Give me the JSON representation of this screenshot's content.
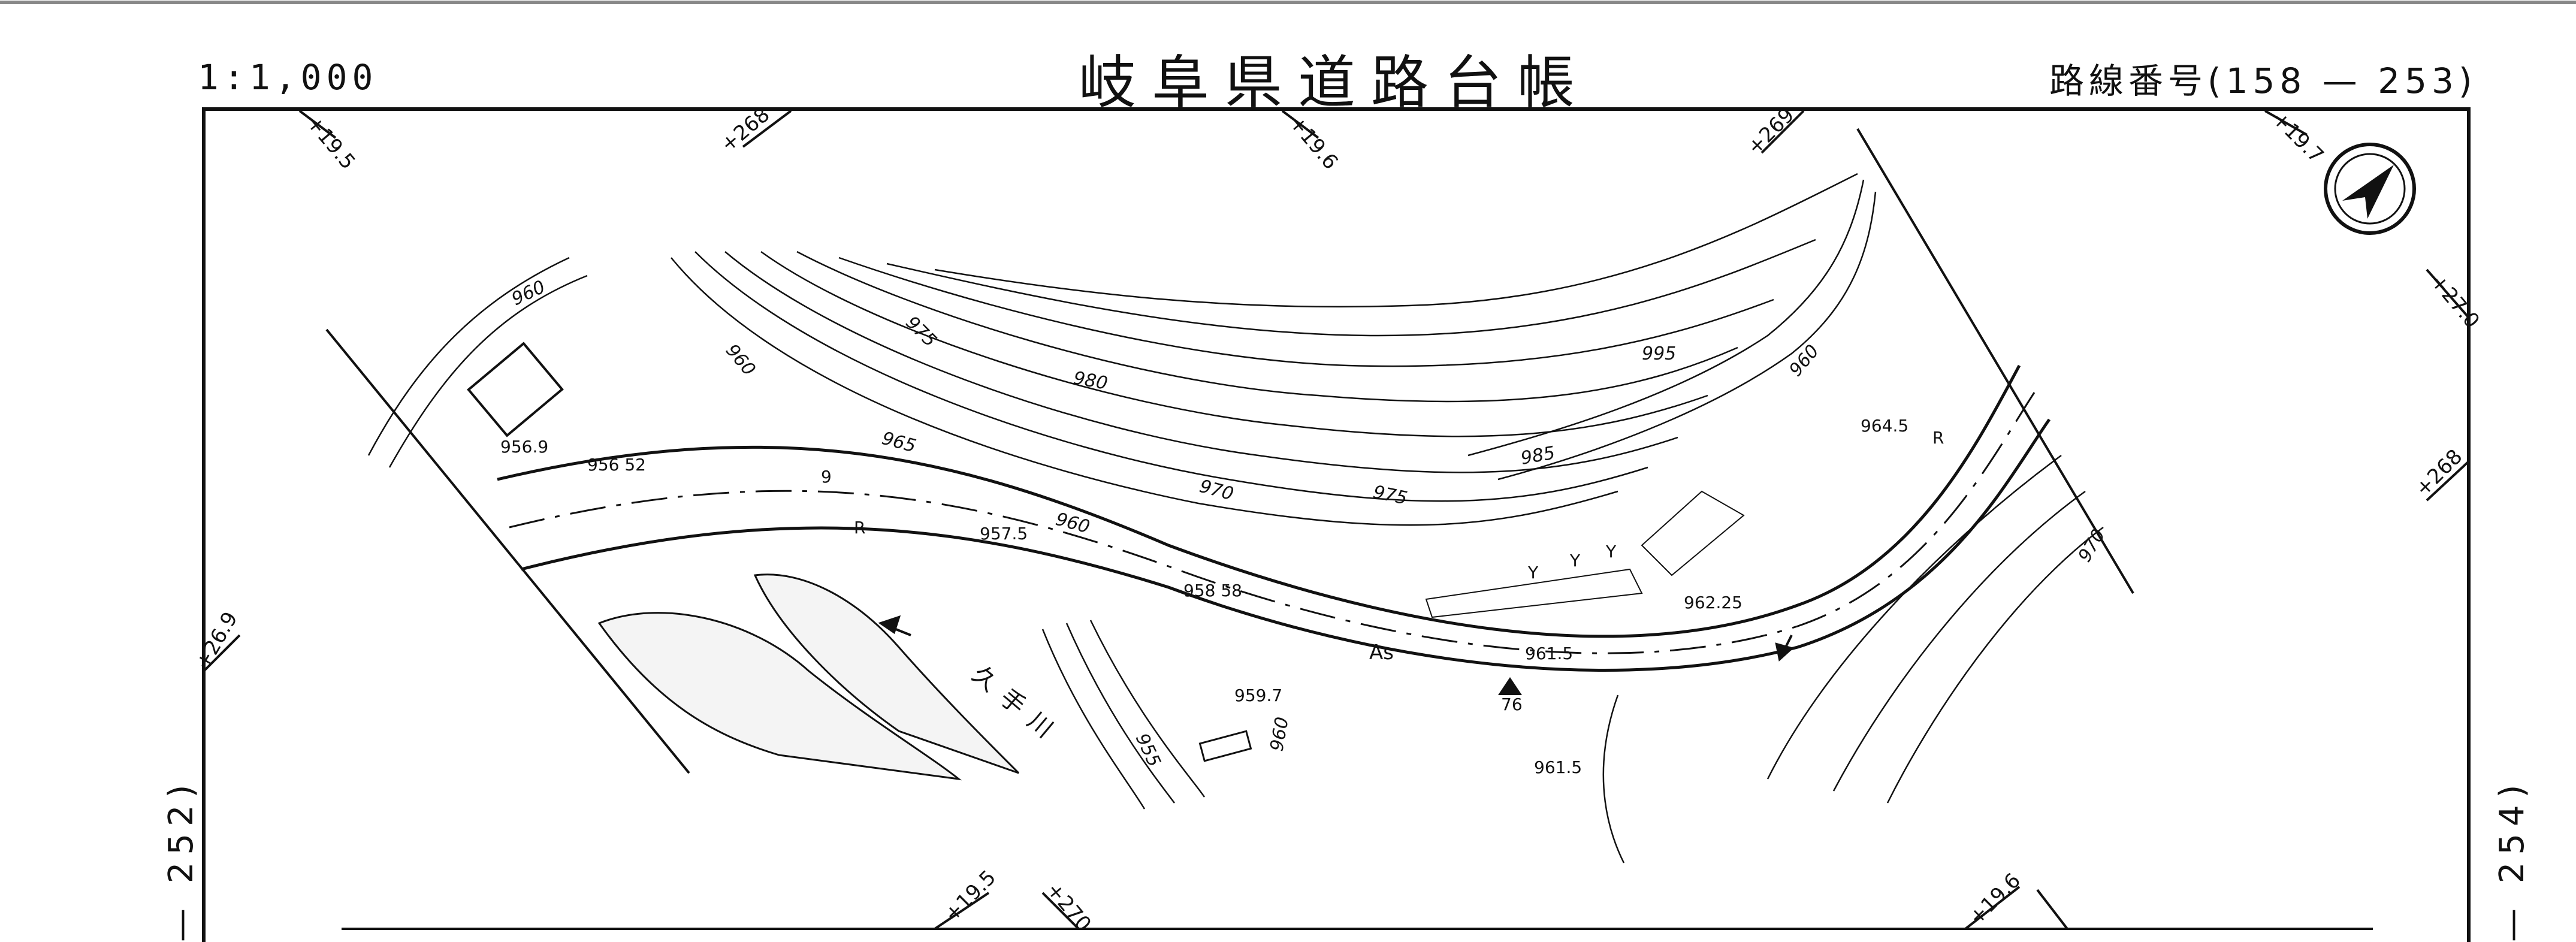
{
  "header": {
    "scale": "1:1,000",
    "title": "岐阜県道路台帳",
    "route": "路線番号(158 — 253)"
  },
  "side_labels": {
    "left": "— 252)",
    "right": "— 254)"
  },
  "stations": [
    "+19.5",
    "+268",
    "+19.6",
    "+269",
    "+19.7",
    "+27.0",
    "+268",
    "+26.9",
    "+19.5",
    "+270",
    "+19.6"
  ],
  "contours": [
    "960",
    "975",
    "980",
    "995",
    "960",
    "985",
    "965",
    "970",
    "975",
    "960",
    "960",
    "955",
    "960",
    "970"
  ],
  "spot_heights": [
    "956.9",
    "956 52",
    "957.5",
    "958 58",
    "959.7",
    "961.5",
    "961.5",
    "962.25",
    "964.5"
  ],
  "map_labels": {
    "river": "久手川",
    "surface": "As",
    "bm_number": "76",
    "road_marks": [
      "R",
      "R"
    ],
    "milepost": "9",
    "tree_marks": [
      "Y",
      "Y",
      "Y"
    ]
  },
  "compass": {
    "symbol": "north-arrow"
  }
}
